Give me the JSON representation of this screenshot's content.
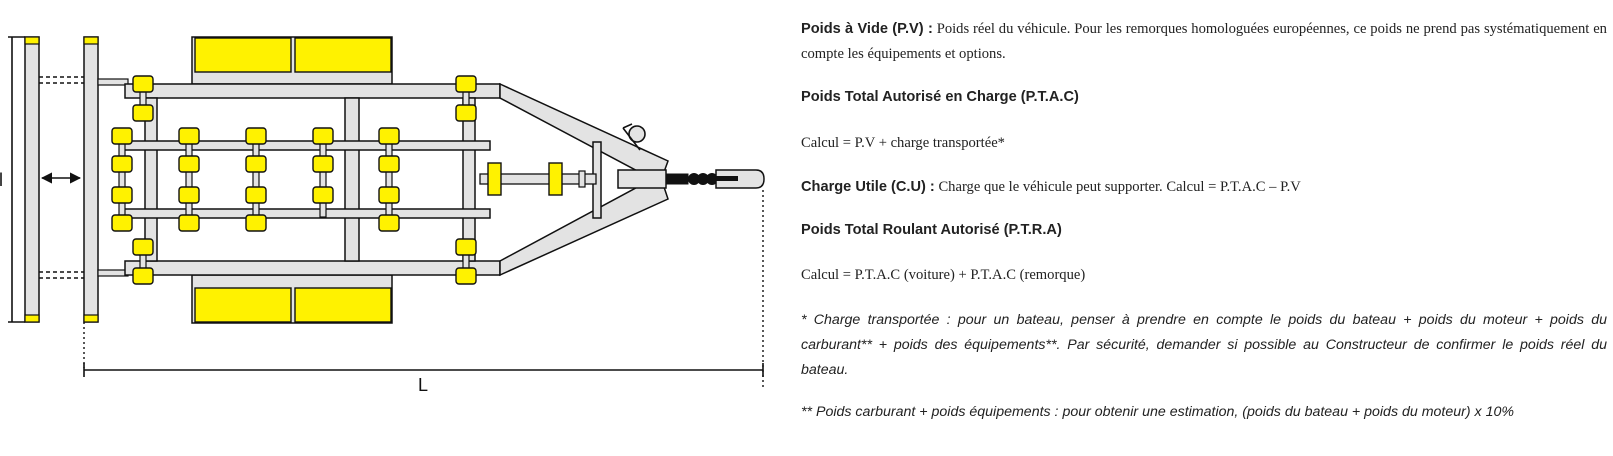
{
  "diagram": {
    "width_label": "l",
    "length_label": "L",
    "colors": {
      "frame_fill": "#e3e3e3",
      "stroke": "#111111",
      "accent": "#fff200",
      "background": "#ffffff"
    }
  },
  "text": {
    "pv_title": "Poids à Vide (P.V) :",
    "pv_desc": "Poids réel du véhicule. Pour les remorques homologuées européennes, ce poids ne prend pas systématiquement en compte les équipements et options.",
    "ptac_title": "Poids Total Autorisé en Charge (P.T.A.C)",
    "ptac_calc": "Calcul = P.V + charge transportée*",
    "cu_title": "Charge Utile (C.U) :",
    "cu_desc": "Charge que le véhicule peut supporter. Calcul = P.T.A.C – P.V",
    "ptra_title": "Poids Total Roulant Autorisé (P.T.R.A)",
    "ptra_calc": "Calcul = P.T.A.C (voiture) + P.T.A.C (remorque)",
    "note1": "* Charge transportée : pour un bateau, penser à prendre en compte le poids du bateau + poids du moteur + poids du carburant** + poids des équipements**. Par sécurité, demander si possible au Constructeur de confirmer le poids réel du bateau.",
    "note2": "** Poids carburant + poids équipements : pour obtenir une estimation, (poids du bateau + poids du moteur) x 10%"
  }
}
